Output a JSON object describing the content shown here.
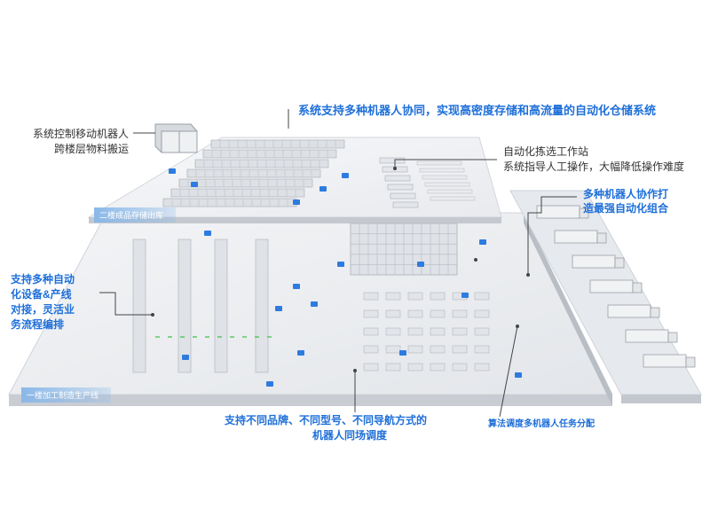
{
  "callouts": {
    "top_banner": "系统支持多种机器人协同，实现高密度存储和高流量的自动化仓储系统",
    "control_line1": "系统控制移动机器人",
    "control_line2": "跨楼层物料搬运",
    "picking_line1": "自动化拣选工作站",
    "picking_line2": "系统指导人工操作，大幅降低操作难度",
    "robots_line1": "多种机器人协作打",
    "robots_line2": "造最强自动化组合",
    "left_line1": "支持多种自动",
    "left_line2": "化设备&产线",
    "left_line3": "对接，灵活业",
    "left_line4": "务流程编排",
    "bottom_line1": "支持不同品牌、不同型号、不同导航方式的",
    "bottom_line2": "机器人同场调度",
    "algo": "算法调度多机器人任务分配"
  },
  "floor_labels": {
    "second_floor": "二楼成品存储出库",
    "first_floor": "一楼加工制造生产线"
  },
  "colors": {
    "callout_blue": "#1e6fd9",
    "callout_dark": "#333333",
    "floor": "#eceef1",
    "robot_blue": "#2e7be0",
    "path_green": "#3cbf4a"
  }
}
